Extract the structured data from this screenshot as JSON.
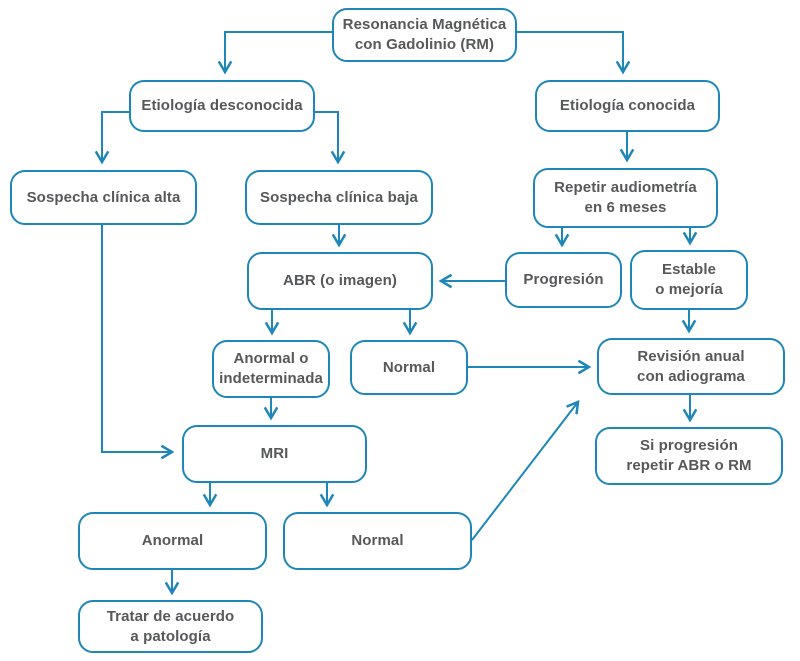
{
  "colors": {
    "line": "#1f87b7",
    "text": "#57585a",
    "background": "#ffffff"
  },
  "nodes": {
    "rm": {
      "label": "Resonancia Magnética\ncon Gadolinio (RM)"
    },
    "etiologia_desconocida": {
      "label": "Etiología desconocida"
    },
    "etiologia_conocida": {
      "label": "Etiología conocida"
    },
    "sospecha_alta": {
      "label": "Sospecha clínica alta"
    },
    "sospecha_baja": {
      "label": "Sospecha clínica baja"
    },
    "repetir_audiometria": {
      "label": "Repetir audiometría\nen 6 meses"
    },
    "abr": {
      "label": "ABR (o imagen)"
    },
    "progresion": {
      "label": "Progresión"
    },
    "estable": {
      "label": "Estable\no mejoría"
    },
    "anormal_indeterminada": {
      "label": "Anormal o\nindeterminada"
    },
    "normal_superior": {
      "label": "Normal"
    },
    "revision_anual": {
      "label": "Revisión anual\ncon adiograma"
    },
    "mri": {
      "label": "MRI"
    },
    "si_progresion": {
      "label": "Si progresión\nrepetir ABR o RM"
    },
    "anormal_inferior": {
      "label": "Anormal"
    },
    "normal_inferior": {
      "label": "Normal"
    },
    "tratar": {
      "label": "Tratar de acuerdo\na patología"
    }
  }
}
